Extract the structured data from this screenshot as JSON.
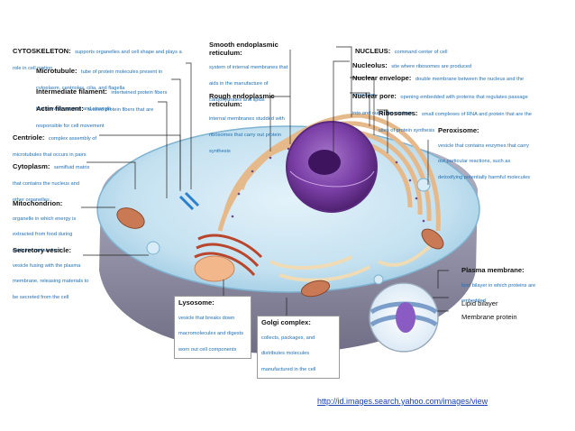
{
  "labels": {
    "cytoskeleton": {
      "title": "CYTOSKELETON:",
      "desc": "supports organelles and cell shape and plays a role in cell motion"
    },
    "microtubule": {
      "title": "Microtubule:",
      "desc": "tube of protein molecules present in cytoplasm, centrioles, cilia, and flagella"
    },
    "intermediate_filament": {
      "title": "Intermediate filament:",
      "desc": "intertwined protein fibers that provide support and strength"
    },
    "actin_filament": {
      "title": "Actin filament:",
      "desc": "twisted protein fibers that are responsible for cell movement"
    },
    "centriole": {
      "title": "Centriole:",
      "desc": "complex assembly of microtubules that occurs in pairs"
    },
    "cytoplasm": {
      "title": "Cytoplasm:",
      "desc": "semifluid matrix that contains the nucleus and other organelles"
    },
    "mitochondrion": {
      "title": "Mitochondrion:",
      "desc": "organelle in which energy is extracted from food during oxidative metabolism"
    },
    "secretory_vesicle": {
      "title": "Secretory vesicle:",
      "desc": "vesicle fusing with the plasma membrane, releasing materials to be secreted from the cell"
    },
    "smooth_er": {
      "title": "Smooth endoplasmic reticulum:",
      "desc": "system of internal membranes that aids in the manufacture of carbohydrates and lipids"
    },
    "rough_er": {
      "title": "Rough endoplasmic reticulum:",
      "desc": "internal membranes studded with ribosomes that carry out protein synthesis"
    },
    "nucleus": {
      "title": "NUCLEUS:",
      "desc": "command center of cell"
    },
    "nucleolus": {
      "title": "Nucleolus:",
      "desc": "site where ribosomes are produced"
    },
    "nuclear_envelope": {
      "title": "Nuclear envelope:",
      "desc": "double membrane between the nucleus and the cytoplasm"
    },
    "nuclear_pore": {
      "title": "Nuclear pore:",
      "desc": "opening embedded with proteins that regulates passage into and out of the nucleus"
    },
    "ribosomes": {
      "title": "Ribosomes:",
      "desc": "small complexes of RNA and protein that are the sites of protein synthesis"
    },
    "peroxisome": {
      "title": "Peroxisome:",
      "desc": "vesicle that contains enzymes that carry out particular reactions, such as detoxifying potentially harmful molecules"
    },
    "plasma_membrane": {
      "title": "Plasma membrane:",
      "desc": "lipid bilayer in which proteins are embedded"
    },
    "lipid_bilayer": {
      "title": "Lipid bilayer"
    },
    "membrane_protein": {
      "title": "Membrane protein"
    },
    "lysosome": {
      "title": "Lysosome:",
      "desc": "vesicle that breaks down macromolecules and digests worn out cell components"
    },
    "golgi": {
      "title": "Golgi complex:",
      "desc": "collects, packages, and distributes molecules manufactured in the cell"
    }
  },
  "source_link": "http://id.images.search.yahoo.com/images/view",
  "colors": {
    "label_desc": "#1f6fb5",
    "nucleus": "#7b3fa6",
    "cytoplasm": "#c9e4f2",
    "er": "#f1d9b3",
    "mitochondria": "#c97a55"
  }
}
